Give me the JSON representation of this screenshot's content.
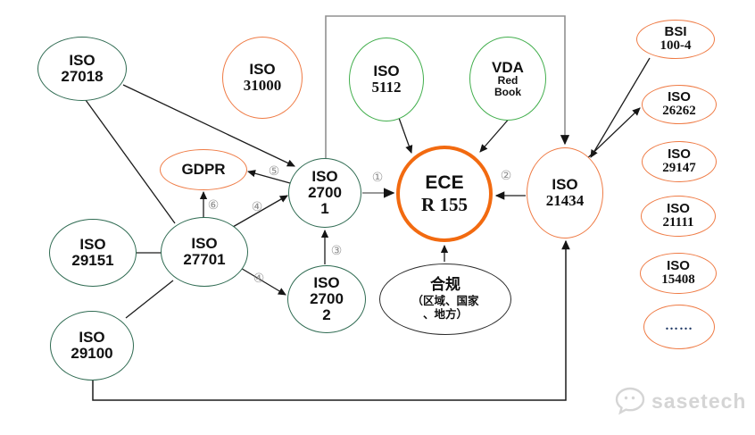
{
  "diagram_title": "",
  "nodes": {
    "iso27018": {
      "l1": "ISO",
      "l2": "27018"
    },
    "iso31000": {
      "l1": "ISO",
      "l2": "31000"
    },
    "iso5112": {
      "l1": "ISO",
      "l2": "5112"
    },
    "vda": {
      "l1": "VDA",
      "l2": "Red",
      "l3": "Book"
    },
    "gdpr": {
      "l1": "GDPR"
    },
    "iso27001": {
      "l1": "ISO",
      "l2": "2700",
      "l3": "1"
    },
    "iso27002": {
      "l1": "ISO",
      "l2": "2700",
      "l3": "2"
    },
    "iso29151": {
      "l1": "ISO",
      "l2": "29151"
    },
    "iso27701": {
      "l1": "ISO",
      "l2": "27701"
    },
    "iso29100": {
      "l1": "ISO",
      "l2": "29100"
    },
    "ece": {
      "l1": "ECE",
      "l2": "R 155"
    },
    "compliance": {
      "l1": "合规",
      "l2": "（区域、国家",
      "l3": "、地方）"
    },
    "iso21434": {
      "l1": "ISO",
      "l2": "21434"
    },
    "bsi": {
      "l1": "BSI",
      "l2": "100-4"
    },
    "iso26262": {
      "l1": "ISO",
      "l2": "26262"
    },
    "iso29147": {
      "l1": "ISO",
      "l2": "29147"
    },
    "iso21111": {
      "l1": "ISO",
      "l2": "21111"
    },
    "iso15408": {
      "l1": "ISO",
      "l2": "15408"
    },
    "more": {
      "l1": "……"
    }
  },
  "edge_labels": {
    "n1": "①",
    "n2": "②",
    "n3": "③",
    "n4a": "④",
    "n4b": "④",
    "n5": "⑤",
    "n6": "⑥"
  },
  "watermark": {
    "brand": "sasetech"
  },
  "colors": {
    "dark_green": "#2f6b52",
    "light_green": "#41ae4c",
    "orange": "#ef7b45",
    "ece_orange": "#f26a10",
    "compliance_black": "#2b2b2b",
    "label_gray": "#8f8f8f",
    "line_black": "#1c1c1c",
    "line_gray": "#909090",
    "dots_blue": "#1f3864",
    "watermark_gray": "#d5d5d5"
  }
}
